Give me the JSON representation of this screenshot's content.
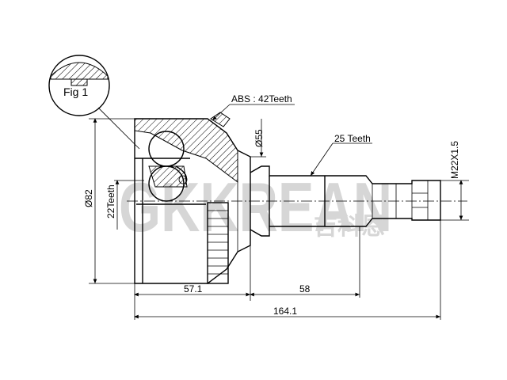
{
  "watermark": {
    "brand": "GKKREAN",
    "chinese": "吉科恩"
  },
  "figure_label": "Fig 1",
  "annotations": {
    "abs": "ABS : 42Teeth",
    "outer_spline": "25 Teeth",
    "inner_spline": "22Teeth",
    "outer_diameter": "Ø82",
    "seal_diameter": "Ø55",
    "thread": "M22X1.5"
  },
  "dimensions": {
    "bell_length": "57.1",
    "stem_length": "58",
    "total_length": "164.1"
  }
}
